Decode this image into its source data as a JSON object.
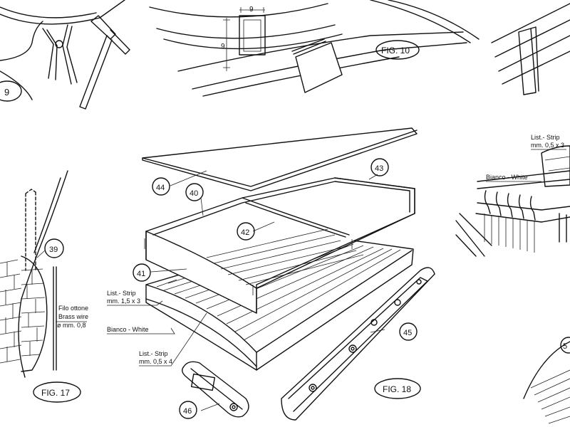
{
  "figures": {
    "fig9": "9",
    "fig10": "FIG. 10",
    "fig17": "FIG. 17",
    "fig18": "FIG. 18"
  },
  "dimensions": {
    "d9a": "9",
    "d9b": "9"
  },
  "parts": {
    "p39": "39",
    "p40": "40",
    "p41": "41",
    "p42": "42",
    "p43": "43",
    "p44": "44",
    "p45": "45",
    "p46": "46",
    "p5x": "5"
  },
  "labels": {
    "strip_1": "List.- Strip",
    "strip_1_size": "mm. 1,5 x 3",
    "bianco_1": "Bianco - White",
    "strip_2": "List.- Strip",
    "strip_2_size": "mm. 0,5 x 4",
    "filo": "Filo ottone",
    "brass": "Brass wire",
    "brass_size": "ø mm. 0,8",
    "strip_3": "List.- Strip",
    "strip_3_size": "mm. 0,5 x 3",
    "bianco_2": "Bianco - White"
  }
}
